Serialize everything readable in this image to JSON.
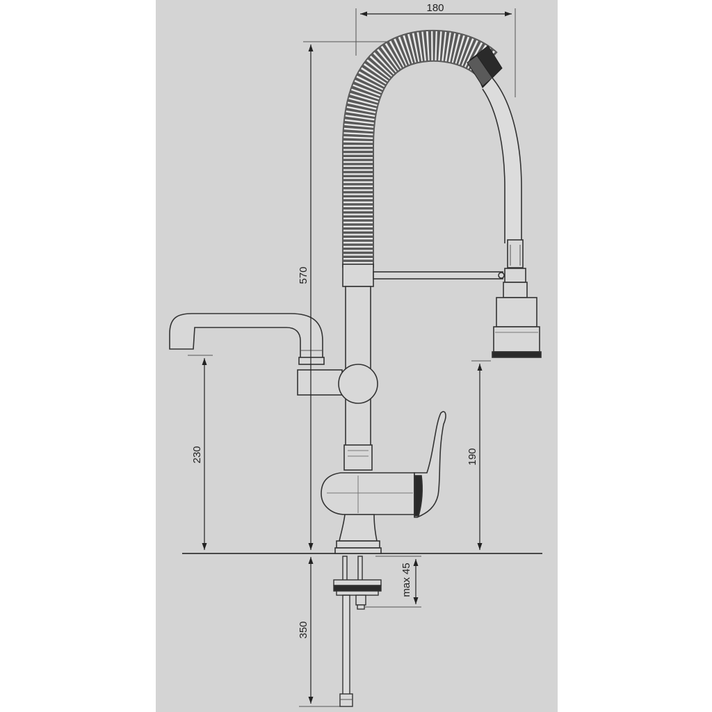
{
  "colors": {
    "panel": "#d4d4d4",
    "outer": "#ffffff",
    "line": "#333333",
    "metal_fill": "#d8d8d8",
    "dark_fill": "#2a2a2a"
  },
  "dimensions": {
    "width_label": "180",
    "height_label": "570",
    "spout_height_label": "230",
    "spray_height_label": "190",
    "below_deck_label": "350",
    "max_thickness_label": "max 45"
  }
}
